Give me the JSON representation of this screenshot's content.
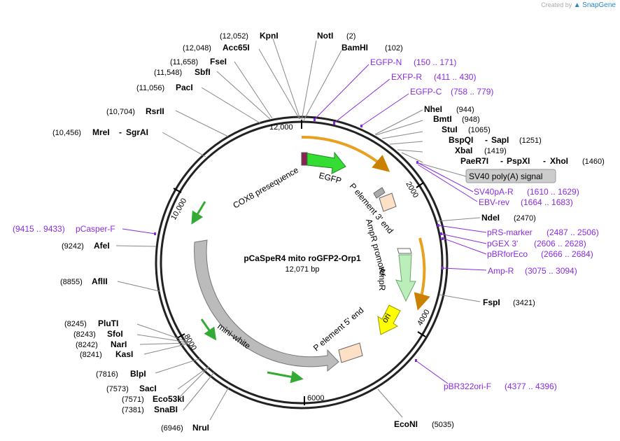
{
  "brand": {
    "created_by": "Created by",
    "name": "SnapGene"
  },
  "plasmid": {
    "name": "pCaSpeR4 mito roGFP2-Orp1",
    "length_label": "12,071 bp"
  },
  "ticks": [
    "12,000",
    "2000",
    "4000",
    "6000",
    "8000",
    "10,000"
  ],
  "sites": [
    {
      "name": "NotI",
      "pos": "(2)"
    },
    {
      "name": "BamHI",
      "pos": "(102)"
    },
    {
      "name": "NheI",
      "pos": "(944)"
    },
    {
      "name": "BmtI",
      "pos": "(948)"
    },
    {
      "name": "StuI",
      "pos": "(1065)"
    },
    {
      "name": "BspQI",
      "name2": "SapI",
      "pos": "(1251)"
    },
    {
      "name": "XbaI",
      "pos": "(1419)"
    },
    {
      "name": "PaeR7I",
      "name2": "PspXI",
      "name3": "XhoI",
      "pos": "(1460)"
    },
    {
      "name": "NdeI",
      "pos": "(2470)"
    },
    {
      "name": "FspI",
      "pos": "(3421)"
    },
    {
      "name": "EcoNI",
      "pos": "(5035)"
    },
    {
      "name": "NruI",
      "pos": "(6946)"
    },
    {
      "name": "SnaBI",
      "pos": "(7381)"
    },
    {
      "name": "Eco53kI",
      "pos": "(7571)"
    },
    {
      "name": "SacI",
      "pos": "(7573)"
    },
    {
      "name": "BlpI",
      "pos": "(7816)"
    },
    {
      "name": "KasI",
      "pos": "(8241)"
    },
    {
      "name": "NarI",
      "pos": "(8242)"
    },
    {
      "name": "SfoI",
      "pos": "(8243)"
    },
    {
      "name": "PluTI",
      "pos": "(8245)"
    },
    {
      "name": "AflII",
      "pos": "(8855)"
    },
    {
      "name": "AfeI",
      "pos": "(9242)"
    },
    {
      "name": "MreI",
      "name2": "SgrAI",
      "pos": "(10,456)"
    },
    {
      "name": "RsrII",
      "pos": "(10,704)"
    },
    {
      "name": "PacI",
      "pos": "(11,056)"
    },
    {
      "name": "SbfI",
      "pos": "(11,548)"
    },
    {
      "name": "FseI",
      "pos": "(11,658)"
    },
    {
      "name": "Acc65I",
      "pos": "(12,048)"
    },
    {
      "name": "KpnI",
      "pos": "(12,052)"
    }
  ],
  "primers": [
    {
      "name": "EGFP-N",
      "range": "(150 .. 171)"
    },
    {
      "name": "EXFP-R",
      "range": "(411 .. 430)"
    },
    {
      "name": "EGFP-C",
      "range": "(758 .. 779)"
    },
    {
      "name": "SV40pA-R",
      "range": "(1610 .. 1629)"
    },
    {
      "name": "EBV-rev",
      "range": "(1664 .. 1683)"
    },
    {
      "name": "pRS-marker",
      "range": "(2487 .. 2506)"
    },
    {
      "name": "pGEX 3'",
      "range": "(2606 .. 2628)"
    },
    {
      "name": "pBRforEco",
      "range": "(2666 .. 2684)"
    },
    {
      "name": "Amp-R",
      "range": "(3075 .. 3094)"
    },
    {
      "name": "pBR322ori-F",
      "range": "(4377 .. 4396)"
    },
    {
      "name": "pCasper-F",
      "range": "(9415 .. 9433)"
    }
  ],
  "features": {
    "sv40": "SV40 poly(A) signal",
    "cox8": "COX8 presequence",
    "egfp": "EGFP",
    "p3": "P element 3' end",
    "ampr_promoter": "AmpR promoter",
    "ampr": "AmpR",
    "ori": "ori",
    "p5": "P element 5' end",
    "mini_white": "mini-white"
  },
  "colors": {
    "primer": "#8a2be2",
    "ring": "#222222",
    "egfp": "#33dd33",
    "ampr": "#bbeebb",
    "ori": "#ffff00",
    "p_element": "#fde0c5",
    "mini_white": "#bbbbbb",
    "orange_arc": "#e8a020"
  }
}
